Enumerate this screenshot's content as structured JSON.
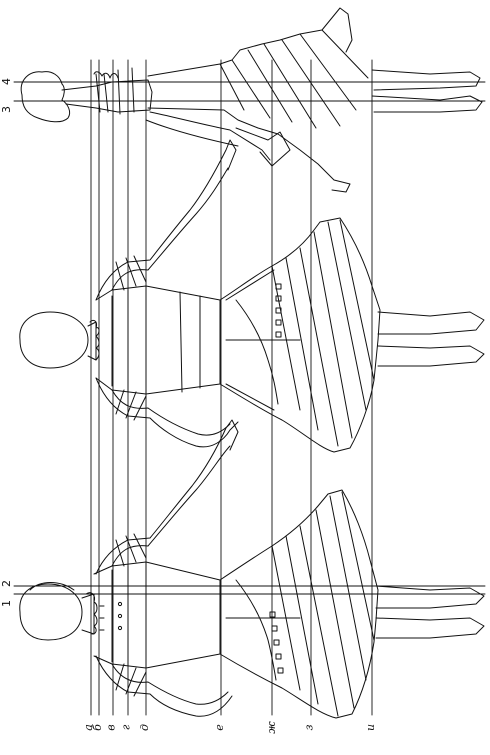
{
  "guide_labels": {
    "a": "а",
    "b": "б",
    "v": "в",
    "g": "г",
    "d": "д",
    "e": "е",
    "zh": "ж",
    "z": "з",
    "i": "и"
  },
  "figure_numbers": {
    "n1": "1",
    "n2": "2",
    "n3": "3",
    "n4": "4"
  }
}
